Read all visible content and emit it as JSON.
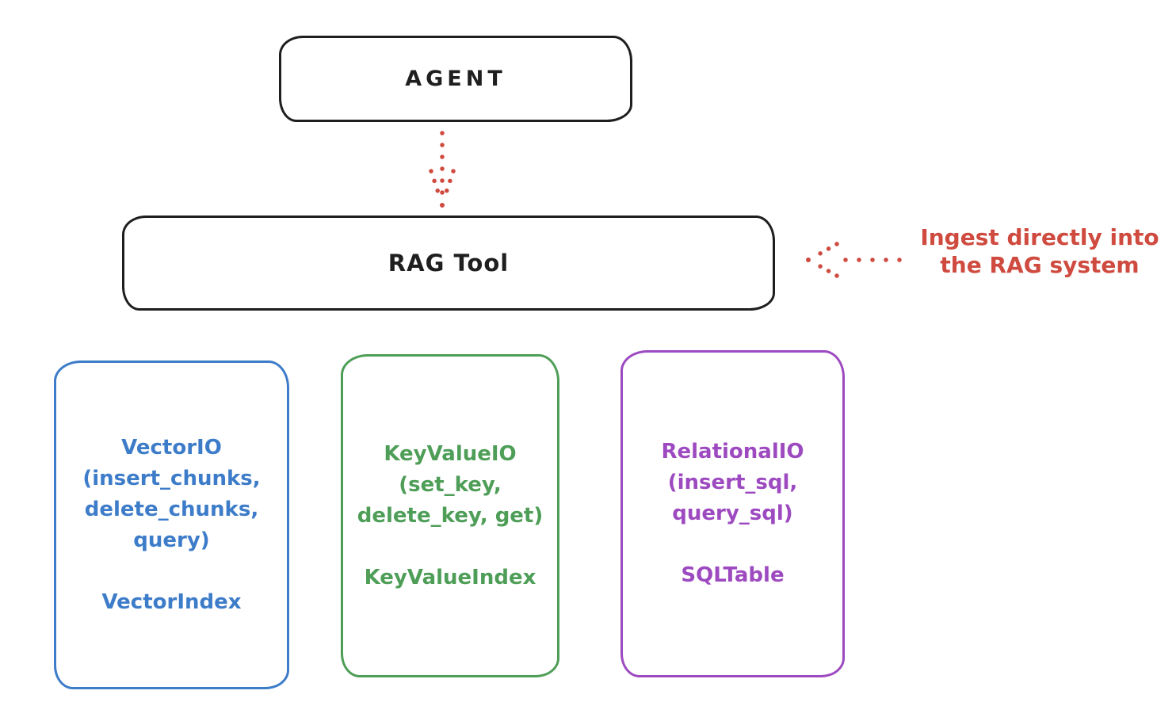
{
  "agent": {
    "label": "AGENT"
  },
  "rag_tool": {
    "label": "RAG Tool"
  },
  "annotation": {
    "lines": [
      "Ingest directly into",
      "the RAG system"
    ],
    "color": "#cf4a3f"
  },
  "backends": [
    {
      "name": "vector-io",
      "color": "#3d7cc9",
      "lines": [
        "VectorIO",
        "(insert_chunks,",
        "delete_chunks,",
        "query)"
      ],
      "index_label": "VectorIndex"
    },
    {
      "name": "key-value-io",
      "color": "#4e9e58",
      "lines": [
        "KeyValueIO",
        "(set_key,",
        "delete_key, get)"
      ],
      "index_label": "KeyValueIndex"
    },
    {
      "name": "relational-io",
      "color": "#9d4ac0",
      "lines": [
        "RelationalIO",
        "(insert_sql,",
        "query_sql)"
      ],
      "index_label": "SQLTable"
    }
  ],
  "colors": {
    "stroke": "#1e1e1e",
    "accent_red": "#cf4a3f",
    "blue": "#3d7cc9",
    "green": "#4e9e58",
    "purple": "#9d4ac0",
    "background": "#ffffff"
  }
}
